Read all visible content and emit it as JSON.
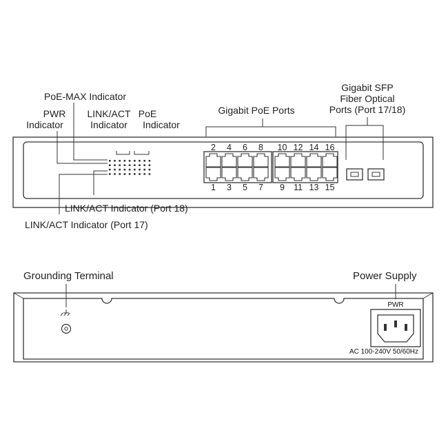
{
  "front_panel": {
    "labels": {
      "poe_max": "PoE-MAX Indicator",
      "pwr_1": "PWR",
      "pwr_2": "Indicator",
      "linkact_1": "LINK/ACT",
      "linkact_2": "Indicator",
      "poe_1": "PoE",
      "poe_2": "Indicator",
      "gigabit_poe": "Gigabit PoE Ports",
      "sfp_1": "Gigabit SFP",
      "sfp_2": "Fiber Optical",
      "sfp_3": "Ports (Port 17/18)",
      "link18": "LINK/ACT Indicator (Port 18)",
      "link17": "LINK/ACT Indicator (Port 17)"
    },
    "top_port_numbers": [
      "2",
      "4",
      "6",
      "8",
      "10",
      "12",
      "14",
      "16"
    ],
    "bottom_port_numbers": [
      "1",
      "3",
      "5",
      "7",
      "9",
      "11",
      "13",
      "15"
    ]
  },
  "rear_panel": {
    "grounding": "Grounding Terminal",
    "power_supply": "Power Supply",
    "pwr": "PWR",
    "ac_rating": "AC 100-240V 50/60Hz"
  }
}
